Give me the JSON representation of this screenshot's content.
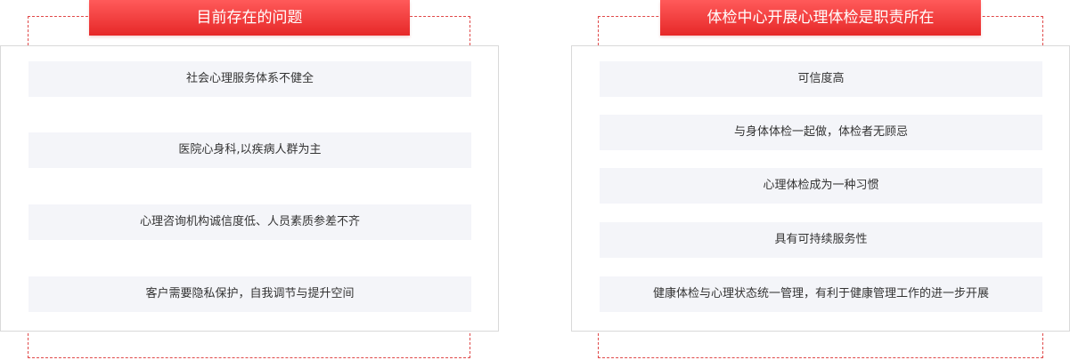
{
  "colors": {
    "accent": "#e62828",
    "dashed_border": "#e04848",
    "item_background": "#f4f5f9",
    "card_border": "#d9d9d9"
  },
  "left_panel": {
    "title": "目前存在的问题",
    "items": [
      "社会心理服务体系不健全",
      "医院心身科,以疾病人群为主",
      "心理咨询机构诚信度低、人员素质参差不齐",
      "客户需要隐私保护，自我调节与提升空间"
    ]
  },
  "right_panel": {
    "title": "体检中心开展心理体检是职责所在",
    "items": [
      "可信度高",
      "与身体体检一起做，体检者无顾忌",
      "心理体检成为一种习惯",
      "具有可持续服务性",
      "健康体检与心理状态统一管理，有利于健康管理工作的进一步开展"
    ]
  }
}
